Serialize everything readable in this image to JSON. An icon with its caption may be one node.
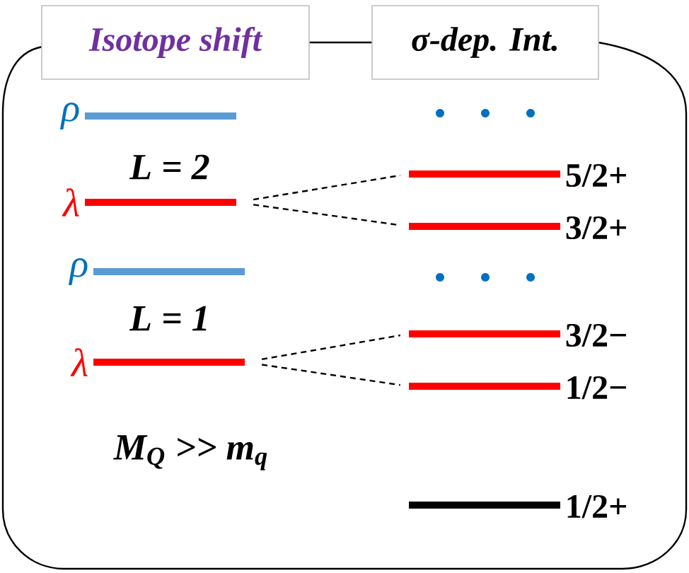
{
  "diagram": {
    "nodes": [
      {
        "text": [
          "Isotope shift"
        ]
      },
      {
        "text": [
          "σ-dep. Int."
        ]
      },
      {
        "text": [],
        "shape": "bar",
        "beside": [
          "ρ"
        ]
      },
      {
        "text": [],
        "shape": "bar",
        "beside": [
          "λ"
        ]
      },
      {
        "text": [],
        "shape": "bar",
        "beside": [
          "5/2+"
        ]
      },
      {
        "text": [],
        "shape": "bar",
        "beside": [
          "3/2+"
        ]
      },
      {
        "text": [],
        "shape": "bar",
        "beside": [
          "ρ"
        ]
      },
      {
        "text": [],
        "shape": "bar",
        "beside": [
          "λ"
        ]
      },
      {
        "text": [],
        "shape": "bar",
        "beside": [
          "3/2−"
        ]
      },
      {
        "text": [],
        "shape": "bar",
        "beside": [
          "1/2−"
        ]
      },
      {
        "text": [],
        "shape": "bar",
        "beside": [
          "1/2+"
        ]
      }
    ],
    "edges": [
      {
        "from": 0,
        "to": 1,
        "arrow": "none"
      },
      {
        "from": 3,
        "to": 4,
        "arrow": "none",
        "style": "dashed"
      },
      {
        "from": 3,
        "to": 5,
        "arrow": "none",
        "style": "dashed"
      },
      {
        "from": 7,
        "to": 8,
        "arrow": "none",
        "style": "dashed"
      },
      {
        "from": 7,
        "to": 9,
        "arrow": "none",
        "style": "dashed"
      }
    ],
    "labels": [
      "L = 2",
      "L = 1",
      "M$_{Q}$ >> m$_{q}$"
    ]
  }
}
